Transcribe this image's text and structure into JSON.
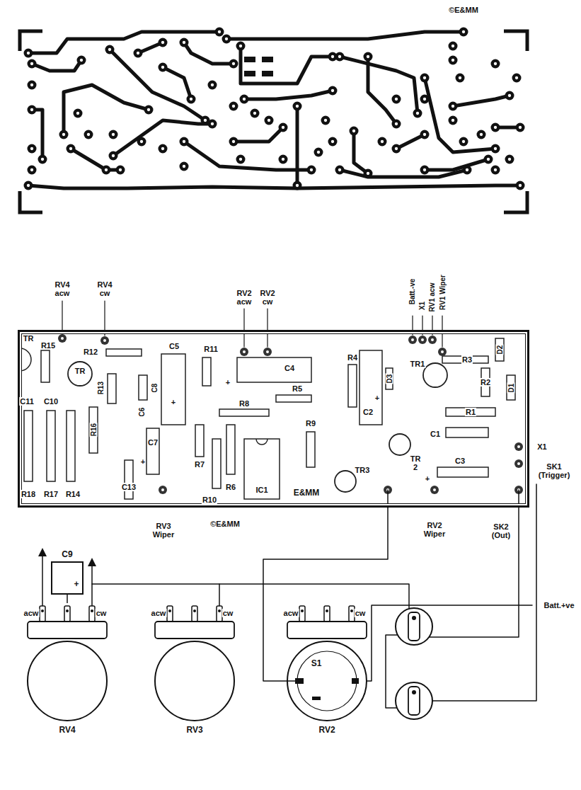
{
  "diagram": {
    "nodes": [
      {
        "text": [
          "E&MM"
        ]
      },
      {
        "text": [
          "C9",
          "+"
        ]
      },
      {
        "text": [
          "RV4"
        ]
      },
      {
        "text": [
          "RV3"
        ]
      },
      {
        "text": [
          "S1",
          "RV2"
        ]
      }
    ],
    "edges": [
      {
        "from": 0,
        "to": 4,
        "arrow": "none"
      },
      {
        "from": 1,
        "to": 2,
        "arrow": "none"
      }
    ],
    "labels": [
      "©E&MM",
      "RV4 acw",
      "RV4 cw",
      "RV2 acw",
      "RV2 cw",
      "Batt.-ve",
      "X1",
      "RV1 acw",
      "RV1 Wiper",
      "TR",
      "R15",
      "R12",
      "TR",
      "R13",
      "C5",
      "C8",
      "C6",
      "R11",
      "C4",
      "+",
      "R5",
      "R8",
      "R4",
      "D3",
      "R3",
      "D2",
      "TR1",
      "R2",
      "D1",
      "R1",
      "C2",
      "+",
      "C1",
      "C3",
      "+",
      "TR 2",
      "TR3",
      "R9",
      "IC1",
      "R6",
      "R10",
      "R7",
      "C7",
      "+",
      "C13",
      "R16",
      "C11",
      "C10",
      "R18",
      "R17",
      "R14",
      "+",
      "RV3 Wiper",
      "©E&MM",
      "RV2 Wiper",
      "SK2 (Out)",
      "X1",
      "SK1 (Trigger)",
      "Batt.+ve",
      "acw",
      "cw",
      "acw",
      "cw",
      "acw",
      "cw"
    ]
  }
}
